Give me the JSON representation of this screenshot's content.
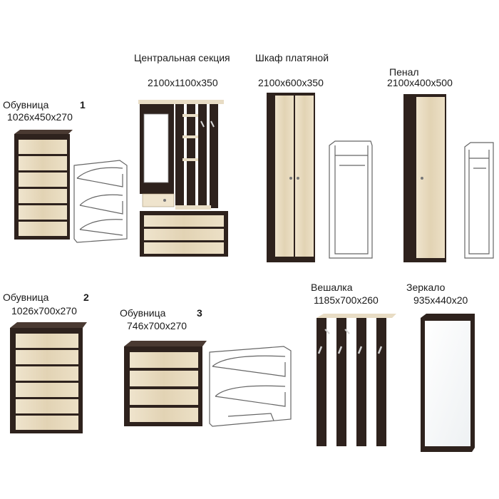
{
  "items": [
    {
      "id": "shoe-cabinet-1",
      "title": "Обувница",
      "number": "1",
      "size": "1026x450x270"
    },
    {
      "id": "central-section",
      "title": "Центральная секция",
      "size": "2100x1100x350"
    },
    {
      "id": "wardrobe",
      "title": "Шкаф платяной",
      "size": "2100x600x350"
    },
    {
      "id": "pencil-case",
      "title": "Пенал",
      "size": "2100x400x500"
    },
    {
      "id": "shoe-cabinet-2",
      "title": "Обувница",
      "number": "2",
      "size": "1026x700x270"
    },
    {
      "id": "shoe-cabinet-3",
      "title": "Обувница",
      "number": "3",
      "size": "746x700x270"
    },
    {
      "id": "hanger",
      "title": "Вешалка",
      "size": "1185x700x260"
    },
    {
      "id": "mirror",
      "title": "Зеркало",
      "size": "935x440x20"
    }
  ],
  "colors": {
    "wenge": "#2e221d",
    "oak": "#e8dcc4",
    "oak_stripe": "#d6c6a6",
    "frame": "#3a2c25",
    "outline": "#555555"
  }
}
